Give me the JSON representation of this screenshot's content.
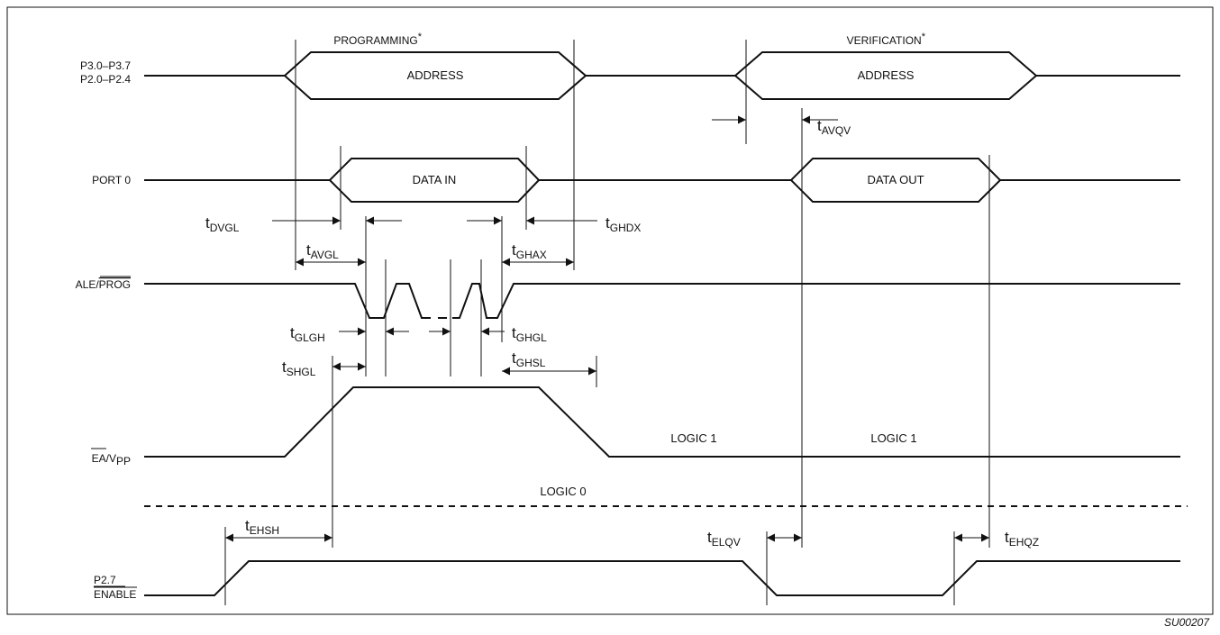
{
  "signals": {
    "addr": [
      "P3.0–P3.7",
      "P2.0–P2.4"
    ],
    "port0": "PORT 0",
    "ale_pre": "ALE/",
    "ale_bar": "PROG",
    "ea_bar": "EA",
    "ea_post": "/V",
    "ea_sub": "PP",
    "p27": "P2.7",
    "enable": "ENABLE"
  },
  "phases": {
    "programming": "PROGRAMMING",
    "verification": "VERIFICATION",
    "star": "*"
  },
  "bus": {
    "address_prog": "ADDRESS",
    "address_verify": "ADDRESS",
    "data_in": "DATA IN",
    "data_out": "DATA OUT"
  },
  "levels": {
    "logic1_a": "LOGIC 1",
    "logic1_b": "LOGIC 1",
    "logic0": "LOGIC 0"
  },
  "timing": {
    "avqv": "AVQV",
    "dvgl": "DVGL",
    "ghdx": "GHDX",
    "avgl": "AVGL",
    "ghax": "GHAX",
    "glgh": "GLGH",
    "ghgl": "GHGL",
    "shgl": "SHGL",
    "ghsl": "GHSL",
    "ehsh": "EHSH",
    "elqv": "ELQV",
    "ehqz": "EHQZ",
    "t": "t"
  },
  "figure_id": "SU00207"
}
